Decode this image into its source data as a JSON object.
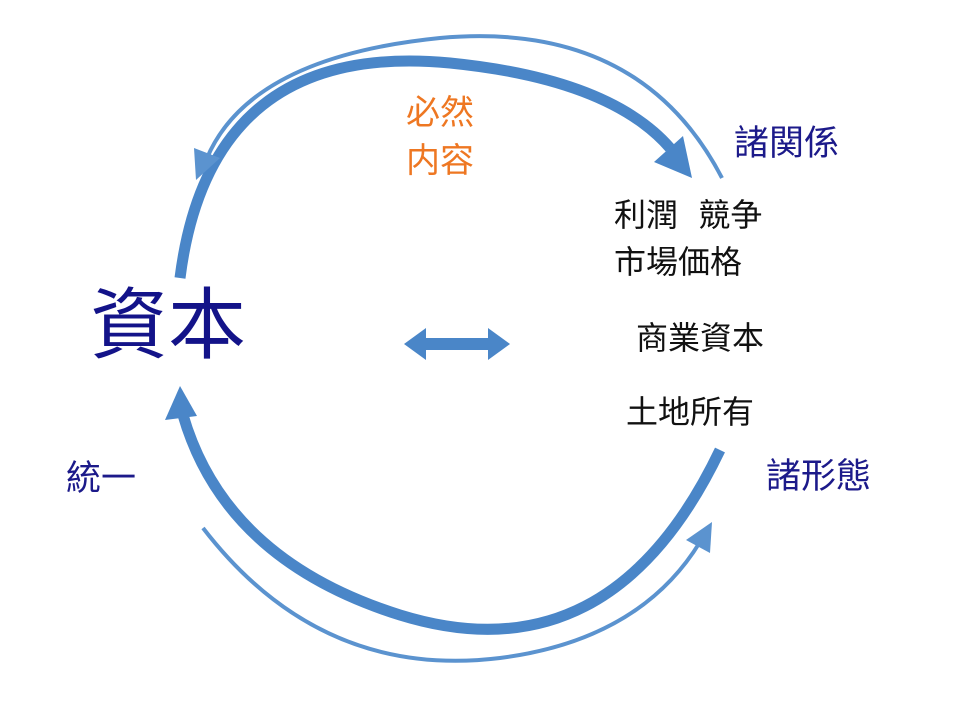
{
  "center": {
    "capital": "資本",
    "necessity": [
      "必然",
      "内容"
    ]
  },
  "right": {
    "relations": "諸関係",
    "forms": "諸形態",
    "items": [
      "利潤  競争",
      "市場価格",
      "商業資本",
      "土地所有"
    ]
  },
  "left": {
    "unity": "統一"
  },
  "colors": {
    "arrow": "#4a86c8",
    "arrow_thin": "#5b93cf",
    "heading": "#1c1a8a",
    "capital": "#131389",
    "necessity": "#ee7722",
    "text": "#111111"
  }
}
